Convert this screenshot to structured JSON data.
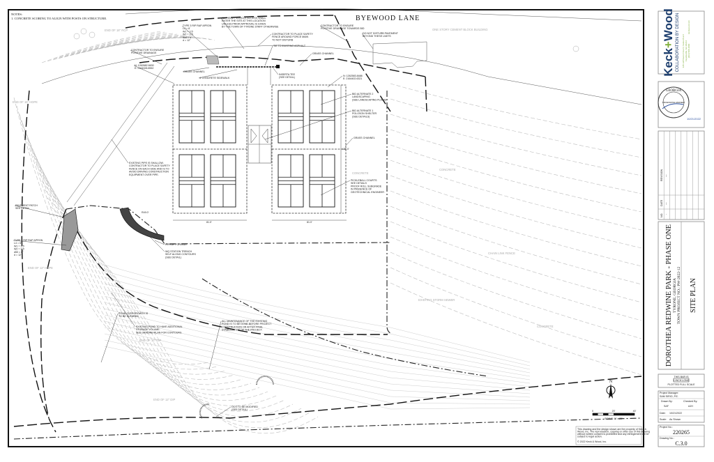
{
  "notes": {
    "title": "NOTES:",
    "items": [
      "1.    CONCRETE SCORING TO ALIGN WITH POSTS ON STRUCTURE."
    ]
  },
  "road_name": "BYEWOOD LANE",
  "callouts": [
    {
      "lines": [
        "ALL HEAVY VEHICLE ACCESS SHALL",
        "ENTER THE SITE AT THIS LOCATION",
        "UNLESS PRIOR APPROVAL IS GIVEN",
        "BY THE TOWN OF TYRONE STAFF OTHERWISE"
      ]
    },
    {
      "lines": [
        "CONTRACTOR TO PLACE SAFETY",
        "FENCE AROUND FORCE MAIN",
        "TO NOT DISTURB"
      ]
    },
    {
      "lines": [
        "TIE TO EXISTING ASPHALT"
      ]
    },
    {
      "lines": [
        "CONTRACTOR TO ENSURE",
        "POSITIVE DRAINAGE TOWARDS BID"
      ]
    },
    {
      "lines": [
        "DO NOT DISTURB PAVEMENT",
        "BEYOND THESE LIMITS"
      ]
    },
    {
      "lines": [
        "TYPE 3 RIP RAP APRON",
        "L4 = 6'",
        "W1 = 3.5'",
        "W2 = 3.5'",
        "d50 = 6\"",
        "d = 12\""
      ]
    },
    {
      "lines": [
        "CONTRACTOR TO ENSURE",
        "POSITIVE DRAINAGE"
      ]
    },
    {
      "lines": [
        "GRASS CHANNEL"
      ]
    },
    {
      "lines": [
        "GRASS CHANNEL"
      ]
    },
    {
      "lines": [
        "N: 1262682.6630",
        "E: 2164328.8552"
      ]
    },
    {
      "lines": [
        "4' CONCRETE SIDEWALK"
      ]
    },
    {
      "lines": [
        "INSERTA TEE",
        "(SEE DETAIL)"
      ]
    },
    {
      "lines": [
        "N: 1262583.8488",
        "E: 2164402.6321"
      ]
    },
    {
      "lines": [
        "BID ALTERNATE 2",
        "LANDSCAPING",
        "(SEE LANDSCAPING PLANS)"
      ]
    },
    {
      "lines": [
        "BID ALTERNATE 1",
        "POLOSON SHELTER",
        "(SEE DETAILS)"
      ]
    },
    {
      "lines": [
        "GRASS CHANNEL"
      ]
    },
    {
      "lines": [
        "PICKLEBALL COURTS",
        "SEE DETAILS",
        "PROOF ROLL SUBGRADE",
        "IN PRESENCE OF",
        "GEOTECHNICAL ENGINEER"
      ]
    },
    {
      "lines": [
        "EXISTING PIPE IS SHALLOW.",
        "CONTRACTOR TO PLACE SAFETY",
        "FENCE ON EACH SIDE AND IS TO",
        "AVOID DRIVING CONSTRUCTION",
        "EQUIPMENT OVER PIPE."
      ]
    },
    {
      "lines": [
        "PAVEMENT PATCH",
        "SEE DETAIL"
      ]
    },
    {
      "lines": [
        "TYPE 3 RIP RAP APRON",
        "L4 = 6'",
        "W1 = 3.5'",
        "W2 = 3.5'",
        "d50 = 6\"",
        "d = 12\""
      ]
    },
    {
      "lines": [
        "RIPRAP FOREBAY"
      ]
    },
    {
      "lines": [
        "WQ STATION TRENCH",
        "SELF ALONG CONTOURS",
        "(SEE DETAIL)"
      ]
    },
    {
      "lines": [
        "POND OVERGROWTH IS",
        "TO BE CLEARED"
      ]
    },
    {
      "lines": [
        "EXISTING POND TO HAVE ADDITIONAL",
        "STORAGE VOLUME.",
        "SEE GRADING PLAN FOR CONTOURS"
      ]
    },
    {
      "lines": [
        "ALL MAINTENANCE OF THE EXISTING",
        "POND IS TO BE DONE BEFORE PROJECT",
        "CONSTRUCTION OR AFTER FINAL",
        "STABILIZATION OF THE PROJECT."
      ]
    },
    {
      "lines": [
        "OCS TO BE MODIFIED",
        "(SEE DETAIL)"
      ]
    }
  ],
  "existing_labels": [
    "END OF 18\" RCP",
    "END OF 15\" HDPE",
    "END OF 12\" HDPE",
    "END OF 12\" DIP",
    "END OF 12\" DIP",
    "CONCRETE",
    "CONCRETE",
    "CHAIN LINK FENCE",
    "EXISTING STORM SEWER",
    "ONE STORY CEMENT BLOCK BUILDING",
    "CONCRETE"
  ],
  "dimensions": {
    "court_width_left": "81.0'",
    "court_width_right": "81.0'",
    "court_length": "121.0'",
    "radius": "R49.0'"
  },
  "north_arrow": {
    "label": "N"
  },
  "scale_bar": {
    "ticks": [
      "0",
      "20'",
      "40'"
    ],
    "label": "SCALE: 1\" = 20'"
  },
  "disclaimer": {
    "lines": [
      "This drawing and the design shown are the property of Keck &",
      "Wood, Inc. The reproduction, copying or other use of this drawing",
      "without written consent is prohibited and any infringement will be",
      "subject to legal action."
    ],
    "copyright": "© 2022 Keck & Wood, Inc."
  },
  "title_block": {
    "logo": {
      "name": "Keck+Wood",
      "tagline": "COLLABORATION BY DESIGN",
      "address1": "445 Jeff Davis Drive N, Suites B & C",
      "address2": "Fayetteville, GA 30214",
      "phone": "(404) 508-1800",
      "web": "keckwood.com",
      "brand_color": "#1d3e6e",
      "accent_color": "#7fae3a"
    },
    "seal": {
      "state": "GEORGIA",
      "text": "REGISTERED PROFESSIONAL ENGINEER"
    },
    "revision_headers": [
      "NO.",
      "DATE",
      "REVISION"
    ],
    "revision_rows": [
      {
        "no": "-",
        "date": "—",
        "revision": "—"
      }
    ],
    "project_name": "DOROTHEA REDWINE PARK - PHASE ONE",
    "location": "TYRONE, GEORGIA",
    "town_project": "TOWN PROJECT NO.: PW-2022-12",
    "sheet_title": "SITE PLAN",
    "bar_note": [
      "THIS BAR IS",
      "1 INCH LONG",
      "PLOTTED FULL SCALE"
    ],
    "project_manager_label": "Project Manager:",
    "project_manager": "SAM SIRIO, P.E.",
    "drawn_by_label": "Drawn By:",
    "drawn_by": "SAF",
    "checked_by_label": "Checked By:",
    "checked_by": "AJH",
    "date_label": "Date:",
    "date": "10/21/2022",
    "scale_label": "Scale:",
    "scale": "As Shown",
    "project_no_label": "Project No.:",
    "project_no": "220265",
    "drawing_no_label": "Drawing No.:",
    "drawing_no": "C.3.0"
  }
}
